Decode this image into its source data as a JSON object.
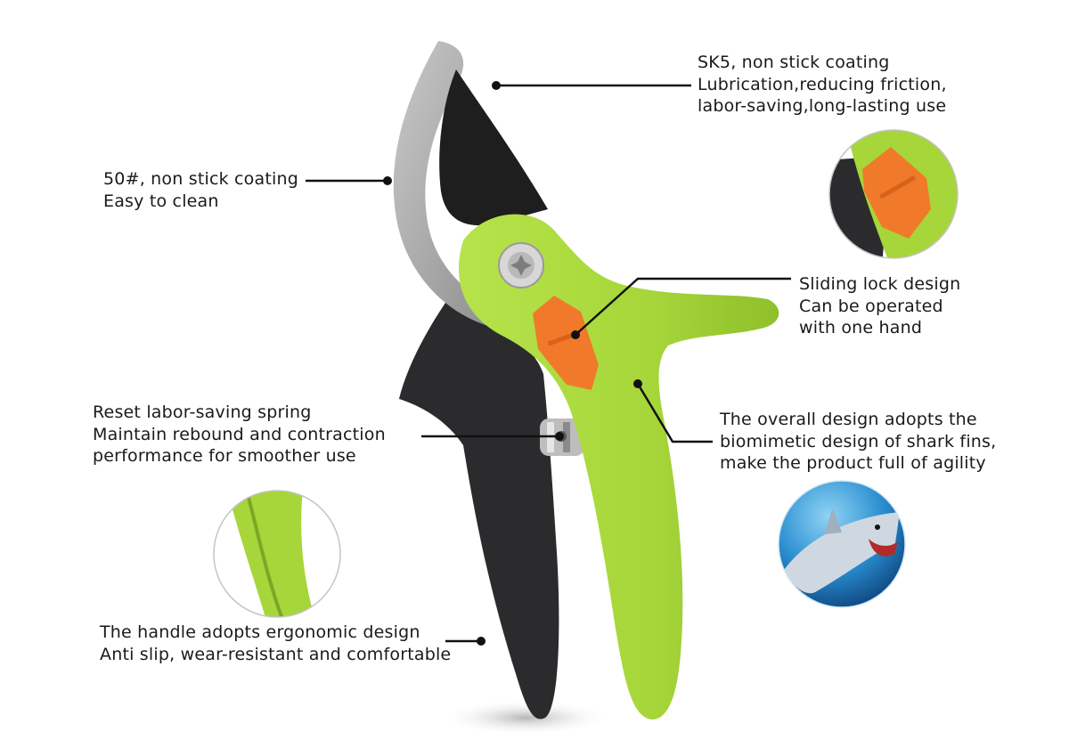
{
  "callouts": {
    "sk5": {
      "lines": [
        "SK5, non stick coating",
        "Lubrication,reducing friction,",
        "labor-saving,long-lasting use"
      ]
    },
    "upper_blade": {
      "lines": [
        "50#, non stick coating",
        "Easy to clean"
      ]
    },
    "lock": {
      "lines": [
        "Sliding lock design",
        "Can be operated",
        "with one hand"
      ]
    },
    "spring": {
      "lines": [
        "Reset labor-saving spring",
        "Maintain rebound and contraction",
        "performance for smoother use"
      ]
    },
    "shark": {
      "lines": [
        "The overall design adopts the",
        "biomimetic design of shark fins,",
        "make the product full of agility"
      ]
    },
    "handle": {
      "lines": [
        "The handle adopts ergonomic design",
        "Anti slip, wear-resistant and comfortable"
      ]
    }
  },
  "colors": {
    "handle_green": "#a6d63a",
    "lock_orange": "#f07a2a",
    "blade_black": "#1e1e1e",
    "blade_grey": "#a9a9a9",
    "lower_handle": "#2b2b2d",
    "ocean_blue": "#1f7fc0"
  }
}
